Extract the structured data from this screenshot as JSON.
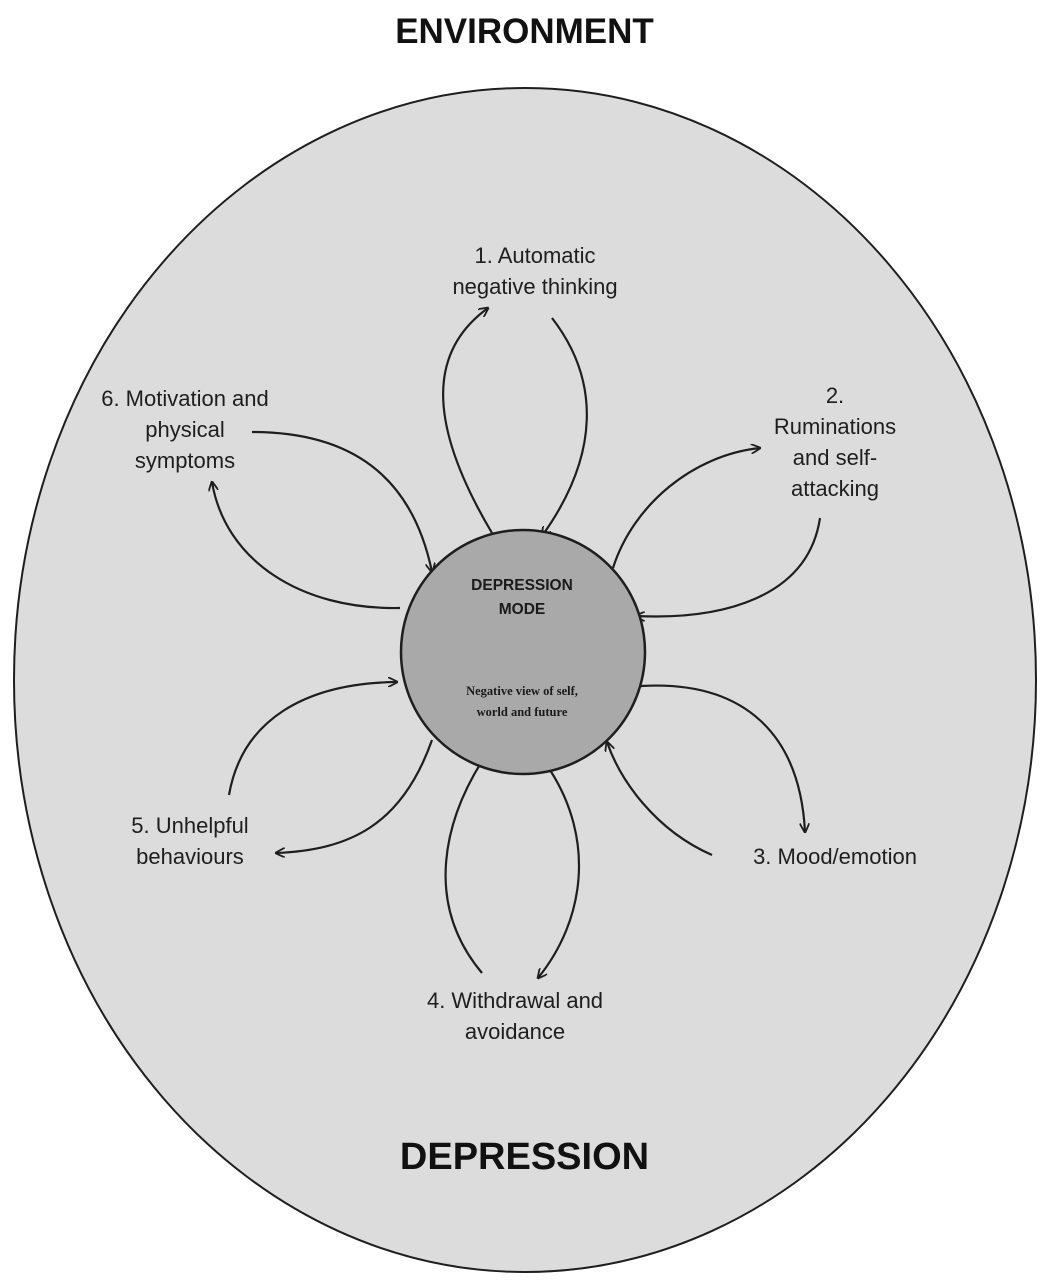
{
  "environment_label": "ENVIRONMENT",
  "depression_label": "DEPRESSION",
  "center": {
    "title": "DEPRESSION\nMODE",
    "subtitle": "Negative view of self,\nworld and future"
  },
  "nodes": [
    {
      "id": "automatic-negative-thinking",
      "label": "1. Automatic\nnegative thinking"
    },
    {
      "id": "ruminations-self-attacking",
      "label": "2.\nRuminations\nand self-\nattacking"
    },
    {
      "id": "mood-emotion",
      "label": "3. Mood/emotion"
    },
    {
      "id": "withdrawal-avoidance",
      "label": "4. Withdrawal and\navoidance"
    },
    {
      "id": "unhelpful-behaviours",
      "label": "5. Unhelpful\nbehaviours"
    },
    {
      "id": "motivation-physical-symptoms",
      "label": "6. Motivation and\nphysical\nsymptoms"
    }
  ],
  "colors": {
    "outer_fill": "#dcdcdc",
    "center_fill": "#a9a9a9",
    "stroke": "#1e1e1e"
  }
}
